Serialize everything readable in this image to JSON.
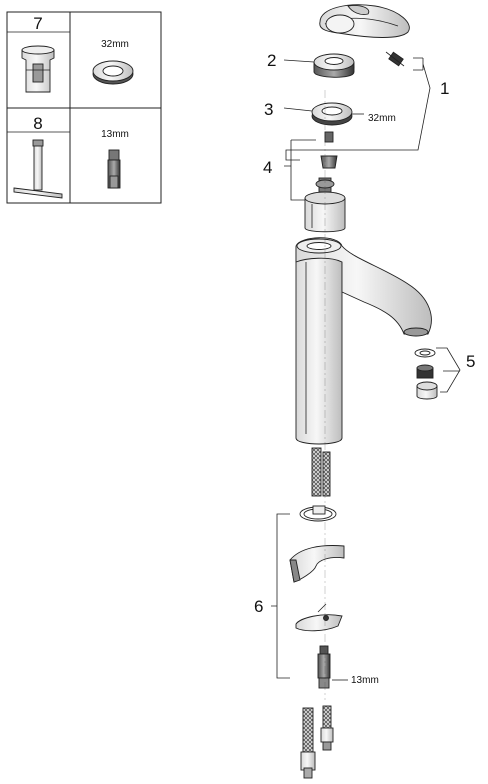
{
  "tools_table": {
    "rows": [
      {
        "number": "7",
        "dimension": "32mm"
      },
      {
        "number": "8",
        "dimension": "13mm"
      }
    ]
  },
  "callouts": {
    "handle": "1",
    "cover": "2",
    "nut": "3",
    "cartridge": "4",
    "aerator": "5",
    "mounting": "6"
  },
  "dimensions": {
    "nut": "32mm",
    "stud": "13mm"
  }
}
